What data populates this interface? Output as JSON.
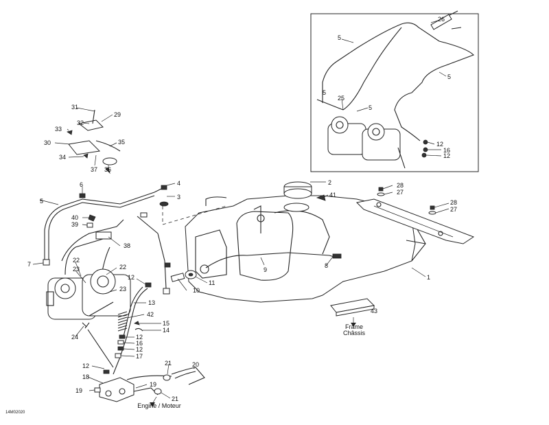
{
  "diagram": {
    "reference_code": "14M02020",
    "captions": {
      "engine": "Engine / Moteur",
      "frame": "Frame",
      "chassis": "Châssis"
    },
    "callouts": [
      "1",
      "2",
      "3",
      "4",
      "5",
      "6",
      "7",
      "8",
      "9",
      "10",
      "11",
      "12",
      "13",
      "14",
      "15",
      "16",
      "17",
      "18",
      "19",
      "20",
      "21",
      "22",
      "23",
      "24",
      "25",
      "26",
      "27",
      "28",
      "29",
      "30",
      "31",
      "32",
      "33",
      "34",
      "35",
      "36",
      "37",
      "38",
      "39",
      "40",
      "41",
      "42",
      "43"
    ]
  }
}
